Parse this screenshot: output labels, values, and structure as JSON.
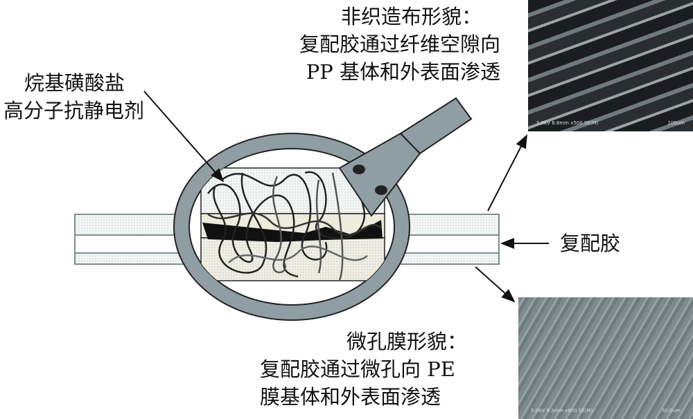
{
  "nonwoven": {
    "title": "非织造布形貌：",
    "line1": "复配胶通过纤维空隙向",
    "line2": "PP 基体和外表面渗透"
  },
  "antistatic": {
    "line1": "烷基磺酸盐",
    "line2": "高分子抗静电剂"
  },
  "glue_label": "复配胶",
  "membrane": {
    "title": "微孔膜形貌：",
    "line1": "复配胶通过微孔向 PE",
    "line2": "膜基体和外表面渗透"
  },
  "sem_top": {
    "caption": "5.0kV 6.8mm x500 SE(M)",
    "scale": "100um"
  },
  "sem_bottom": {
    "caption": "5.0kV 9.3mm x800 SE(M)",
    "scale": "50.0um"
  },
  "colors": {
    "ring": "#8f9ea3",
    "outline": "#222222",
    "sem_top": "#2a2e30",
    "sem_bottom": "#7d8b8d"
  }
}
